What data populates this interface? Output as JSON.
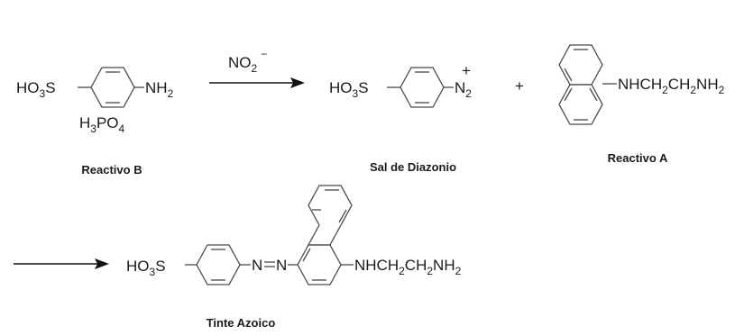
{
  "scheme": {
    "reactant": {
      "left": "HO",
      "left_sub": "3",
      "left_tail": "S",
      "right": "NH",
      "right_sub": "2"
    },
    "acid": {
      "part1": "H",
      "sub1": "3",
      "part2": "PO",
      "sub2": "4"
    },
    "reagent_above_arrow": {
      "main": "NO",
      "sub": "2",
      "charge": "−"
    },
    "diazonium": {
      "left": "HO",
      "left_sub": "3",
      "left_tail": "S",
      "right": "N",
      "right_sub": "2",
      "charge": "+"
    },
    "plus_sign": "+",
    "reactive_a": {
      "chain": "NHCH",
      "s1": "2",
      "mid": "CH",
      "s2": "2",
      "end": "NH",
      "s3": "2"
    },
    "product": {
      "left": "HO",
      "left_sub": "3",
      "left_tail": "S",
      "azo_n1": "N",
      "azo_n2": "N",
      "chain": "NHCH",
      "s1": "2",
      "mid": "CH",
      "s2": "2",
      "end": "NH",
      "s3": "2"
    }
  },
  "captions": {
    "reactive_b": "Reactivo B",
    "diazonium_salt": "Sal de Diazonio",
    "reactive_a": "Reactivo A",
    "azo_dye": "Tinte Azoico"
  }
}
